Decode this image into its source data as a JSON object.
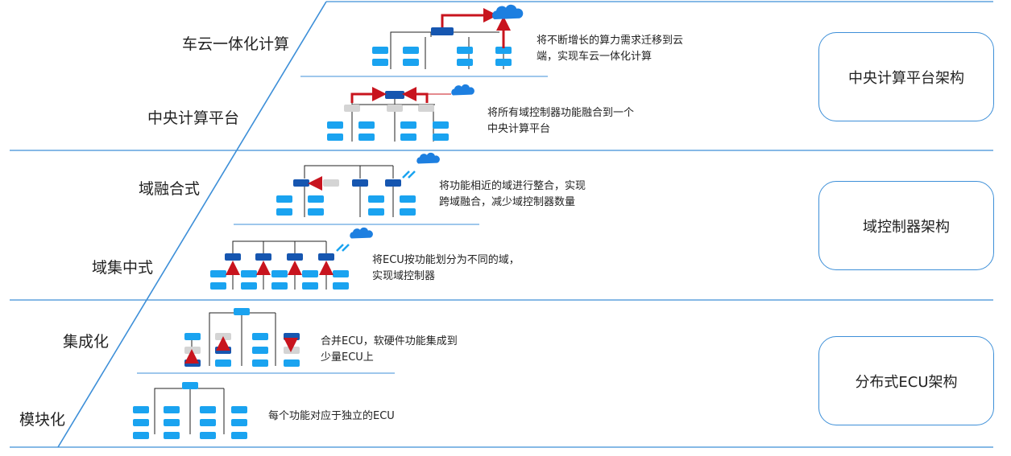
{
  "stages": [
    {
      "label": "车云一体化计算",
      "description": [
        "将不断增长的算力需求迁移到云",
        "端，实现车云一体化计算"
      ]
    },
    {
      "label": "中央计算平台",
      "description": [
        "将所有域控制器功能融合到一个",
        "中央计算平台"
      ]
    },
    {
      "label": "域融合式",
      "description": [
        "将功能相近的域进行整合，实现",
        "跨域融合，减少域控制器数量"
      ]
    },
    {
      "label": "域集中式",
      "description": [
        "将ECU按功能划分为不同的域，",
        "实现域控制器"
      ]
    },
    {
      "label": "集成化",
      "description": [
        "合并ECU，软硬件功能集成到",
        "少量ECU上"
      ]
    },
    {
      "label": "模块化",
      "description": [
        "每个功能对应于独立的ECU"
      ]
    }
  ],
  "architectures": [
    {
      "label": "中央计算平台架构"
    },
    {
      "label": "域控制器架构"
    },
    {
      "label": "分布式ECU架构"
    }
  ],
  "colors": {
    "line": "#3d8fd8",
    "ecu": "#1aa3f0",
    "controller": "#1656b0",
    "inactive": "#d4d4d4",
    "arrow": "#c8141e",
    "cloud": "#1d7fe0"
  },
  "icons": [
    "cloud-icon",
    "arrow-icon"
  ]
}
